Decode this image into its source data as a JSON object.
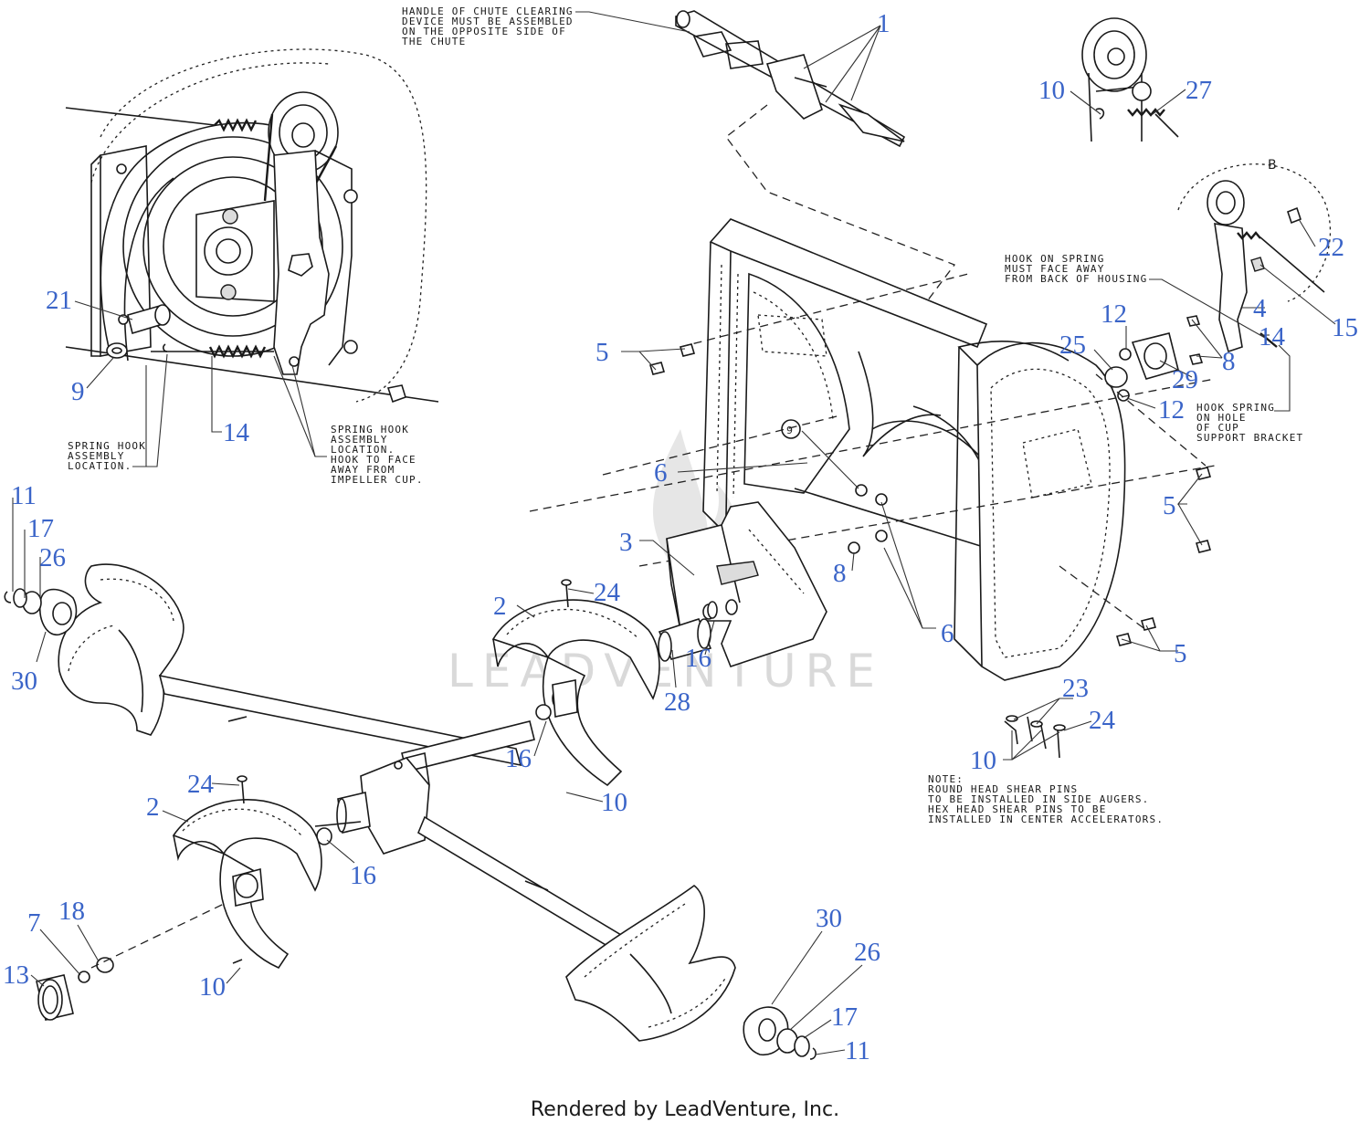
{
  "diagram": {
    "watermark": "LEADVENTURE",
    "credit": "Rendered by LeadVenture, Inc.",
    "detail_label": "B",
    "notes": {
      "chute_handle": [
        "HANDLE OF CHUTE CLEARING",
        "DEVICE MUST BE ASSEMBLED",
        "ON THE OPPOSITE SIDE OF",
        "THE CHUTE"
      ],
      "hook_face": [
        "HOOK ON SPRING",
        "MUST FACE AWAY",
        "FROM BACK OF HOUSING"
      ],
      "hook_hole": [
        "HOOK SPRING",
        "ON HOLE",
        "OF CUP",
        "SUPPORT BRACKET"
      ],
      "spring_hook_left": [
        "SPRING HOOK",
        "ASSEMBLY",
        "LOCATION."
      ],
      "spring_hook_right": [
        "SPRING HOOK",
        "ASSEMBLY",
        "LOCATION.",
        "HOOK TO FACE",
        "AWAY FROM",
        "IMPELLER CUP."
      ],
      "shear_pins": [
        "NOTE:",
        "ROUND HEAD SHEAR PINS",
        "TO BE INSTALLED IN SIDE AUGERS.",
        "HEX HEAD SHEAR PINS TO BE",
        "INSTALLED IN CENTER ACCELERATORS."
      ]
    },
    "callouts": [
      "1",
      "10",
      "27",
      "22",
      "15",
      "4",
      "14",
      "8",
      "29",
      "12",
      "25",
      "12",
      "5",
      "5",
      "5",
      "6",
      "6",
      "9",
      "8",
      "3",
      "2",
      "24",
      "16",
      "28",
      "16",
      "10",
      "23",
      "24",
      "10",
      "21",
      "9",
      "14",
      "11",
      "17",
      "26",
      "30",
      "2",
      "24",
      "16",
      "18",
      "7",
      "13",
      "10",
      "30",
      "26",
      "17",
      "11"
    ]
  }
}
